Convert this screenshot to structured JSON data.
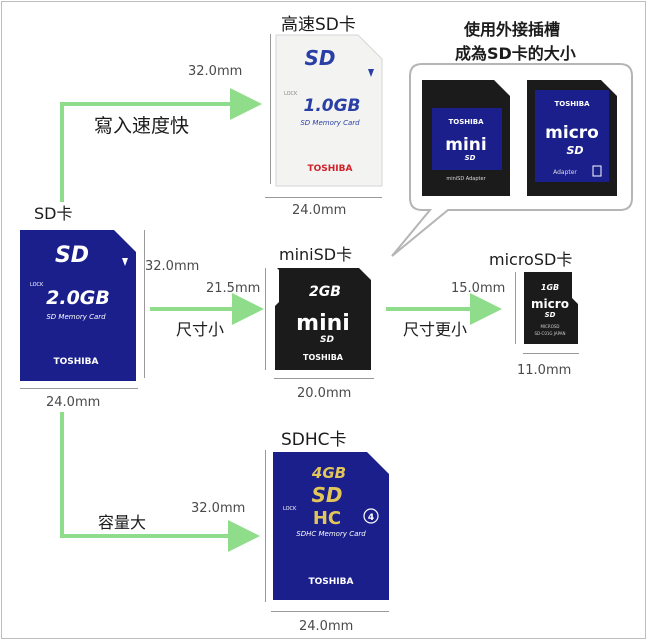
{
  "labels": {
    "high_speed_sd": "高速SD卡",
    "sd": "SD卡",
    "minisd": "miniSD卡",
    "microsd": "microSD卡",
    "sdhc": "SDHC卡",
    "adapter_note_line1": "使用外接插槽",
    "adapter_note_line2": "成為SD卡的大小"
  },
  "arrows": {
    "write_speed": "寫入速度快",
    "size_smaller": "尺寸小",
    "size_even_smaller": "尺寸更小",
    "capacity_larger": "容量大"
  },
  "dimensions": {
    "high_speed_sd_height": "32.0mm",
    "high_speed_sd_width": "24.0mm",
    "sd_height": "32.0mm",
    "sd_width": "24.0mm",
    "minisd_height": "21.5mm",
    "minisd_width": "20.0mm",
    "microsd_height": "15.0mm",
    "microsd_width": "11.0mm",
    "sdhc_height": "32.0mm",
    "sdhc_width": "24.0mm"
  },
  "cards": {
    "high_speed_sd": {
      "logo": "SD",
      "capacity": "1.0GB",
      "line": "SD Memory Card",
      "brand": "TOSHIBA",
      "lock": "LOCK"
    },
    "sd": {
      "logo": "SD",
      "capacity": "2.0GB",
      "line": "SD Memory Card",
      "brand": "TOSHIBA",
      "lock": "LOCK"
    },
    "minisd": {
      "capacity": "2GB",
      "logo": "mini",
      "logo_sub": "SD",
      "brand": "TOSHIBA"
    },
    "microsd": {
      "capacity": "1GB",
      "logo": "micro",
      "logo_sub": "SD",
      "line1": "MICROSD",
      "line2": "SD-C01G JAPAN"
    },
    "sdhc": {
      "capacity": "4GB",
      "logo": "SD",
      "logo_sub": "HC",
      "class": "4",
      "line": "SDHC Memory Card",
      "brand": "TOSHIBA",
      "lock": "LOCK"
    },
    "minisd_adapter": {
      "brand": "TOSHIBA",
      "logo": "mini",
      "logo_sub": "SD",
      "caption": "miniSD Adapter"
    },
    "microsd_adapter": {
      "brand": "TOSHIBA",
      "logo": "micro",
      "logo_sub": "SD",
      "caption": "Adapter"
    }
  },
  "colors": {
    "arrow": "#8fdc8a",
    "card_blue": "#1a1f8c",
    "card_white": "#f3f3f1",
    "card_black": "#1b1b1b",
    "brand_red": "#d0202a"
  }
}
